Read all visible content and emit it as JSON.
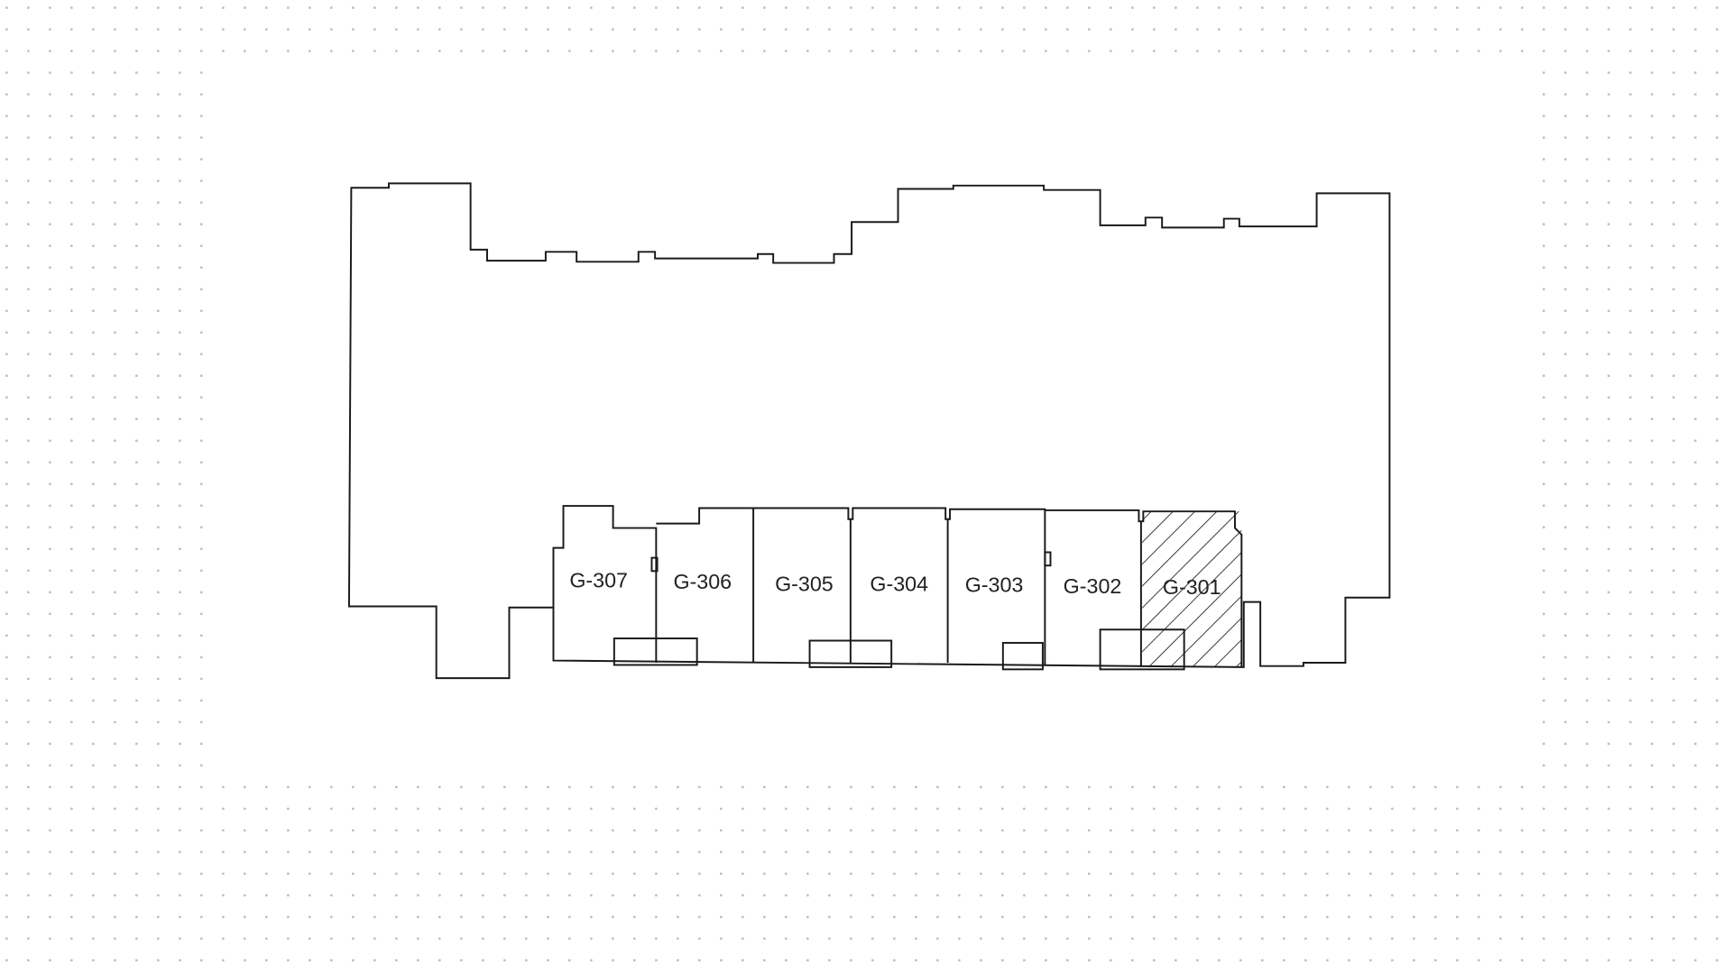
{
  "floor_plan": {
    "units": [
      {
        "label": "G-307",
        "highlighted": false
      },
      {
        "label": "G-306",
        "highlighted": false
      },
      {
        "label": "G-305",
        "highlighted": false
      },
      {
        "label": "G-304",
        "highlighted": false
      },
      {
        "label": "G-303",
        "highlighted": false
      },
      {
        "label": "G-302",
        "highlighted": false
      },
      {
        "label": "G-301",
        "highlighted": true
      }
    ],
    "colors": {
      "line": "#1a1a1a",
      "dots": "#bdbdbd",
      "background": "#ffffff"
    }
  }
}
